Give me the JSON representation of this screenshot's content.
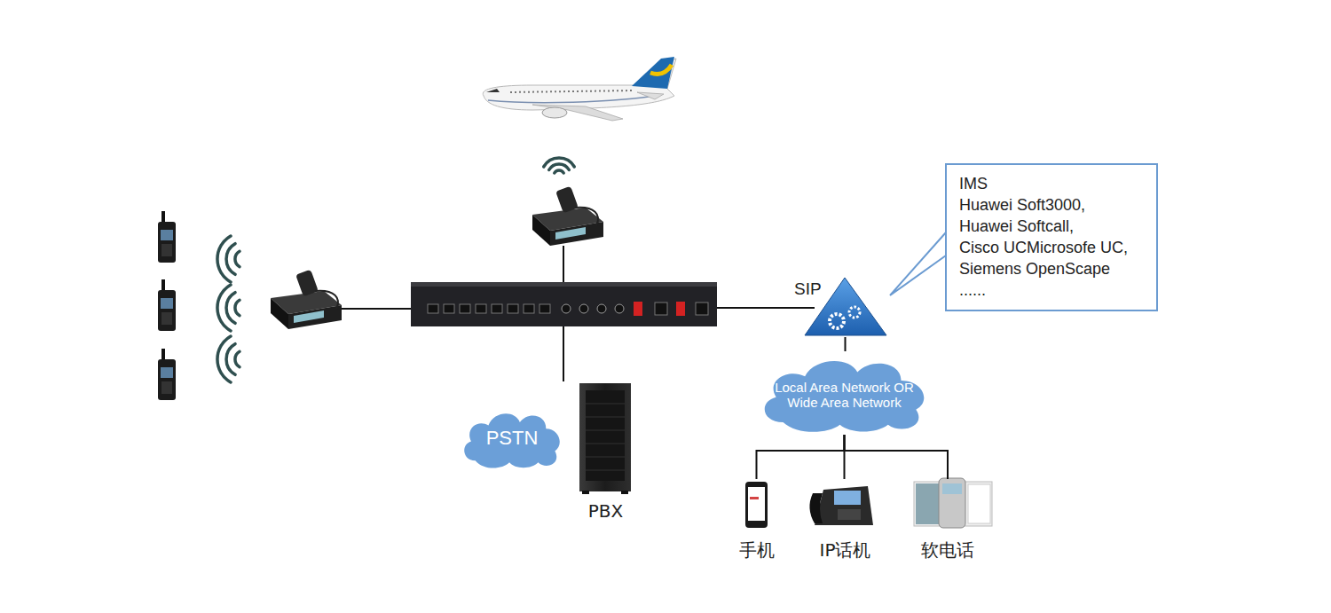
{
  "diagram": {
    "nodes": [
      {
        "text": [
          "IMS",
          "Huawei Soft3000,",
          "Huawei Softcall,",
          "Cisco UCMicrosofe UC,",
          "Siemens OpenScape",
          "......"
        ]
      },
      {
        "text": [
          "SIP"
        ]
      },
      {
        "text": [
          "Local Area Network OR Wide Area Network"
        ]
      },
      {
        "text": [
          "PSTN"
        ]
      },
      {
        "text": [
          "PBX"
        ]
      },
      {
        "text": [
          "手机"
        ]
      },
      {
        "text": [
          "IP话机"
        ]
      },
      {
        "text": [
          "软电话"
        ]
      }
    ],
    "edges": [
      {
        "from": 1,
        "to": 2,
        "arrow": "none"
      },
      {
        "from": 2,
        "to": 5,
        "arrow": "none"
      },
      {
        "from": 2,
        "to": 6,
        "arrow": "none"
      },
      {
        "from": 2,
        "to": 7,
        "arrow": "none"
      }
    ]
  }
}
